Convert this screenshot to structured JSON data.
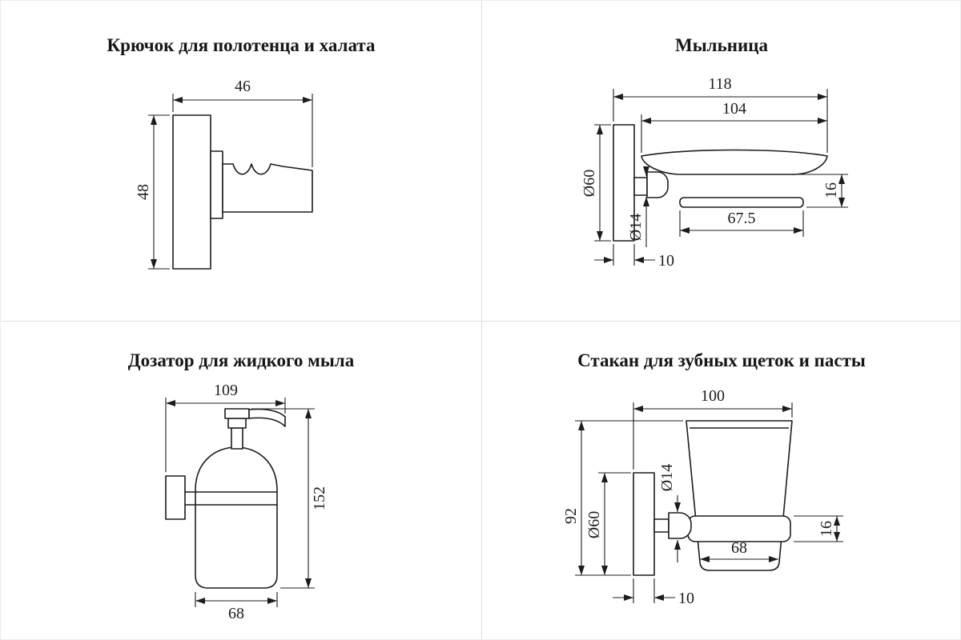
{
  "page": {
    "background": "#ffffff",
    "line_color": "#1c1c1c",
    "divider_color": "#dcdcdc"
  },
  "panels": {
    "hook": {
      "title": "Крючок для полотенца и халата",
      "dims": {
        "depth": "46",
        "height": "48"
      }
    },
    "soap_dish": {
      "title": "Мыльница",
      "dims": {
        "total_depth": "118",
        "dish_length": "104",
        "plate_diameter": "Ø60",
        "stem_diameter": "Ø14",
        "rim_height": "16",
        "holder_length": "67.5",
        "plate_thickness": "10"
      }
    },
    "dispenser": {
      "title": "Дозатор для жидкого мыла",
      "dims": {
        "width": "109",
        "height": "152",
        "body_width": "68"
      }
    },
    "cup": {
      "title": "Стакан для зубных щеток и пасты",
      "dims": {
        "total_depth": "100",
        "height": "92",
        "plate_diameter": "Ø60",
        "stem_diameter": "Ø14",
        "holder_height": "16",
        "cup_width": "68",
        "plate_thickness": "10"
      }
    }
  }
}
